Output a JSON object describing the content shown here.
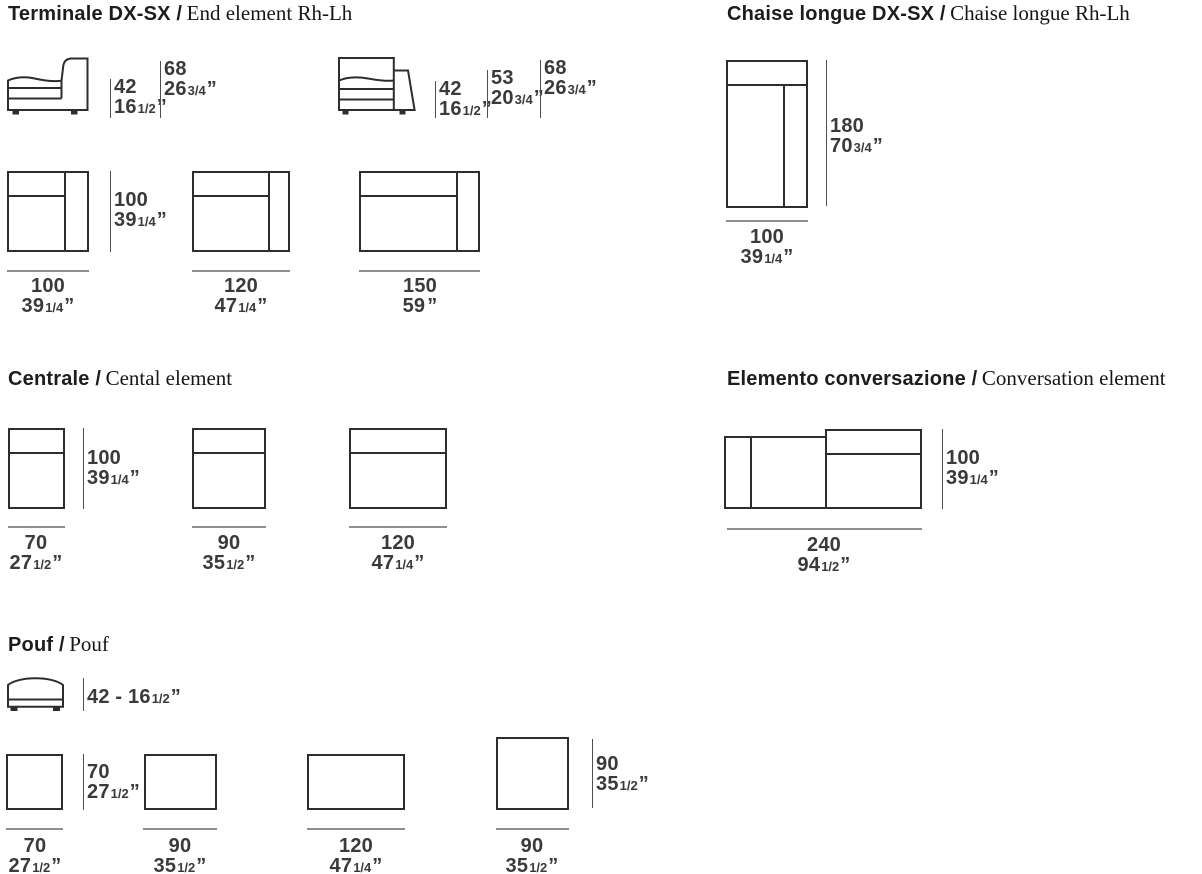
{
  "units": {
    "inch_mark": "”"
  },
  "colors": {
    "drawing_line": "#2d2d2d",
    "dimension_line": "#4f4f4f",
    "width_baseline": "#8f8f8f",
    "number_text": "#3a3a3a",
    "title_text": "#1d1d1d"
  },
  "sections": {
    "terminale": {
      "title_it": "Terminale DX-SX /",
      "title_en": "End element Rh-Lh",
      "elev1_dims": [
        {
          "cm": "42",
          "in": "16",
          "frac": "1/2"
        },
        {
          "cm": "68",
          "in": "26",
          "frac": "3/4"
        }
      ],
      "elev2_dims": [
        {
          "cm": "42",
          "in": "16",
          "frac": "1/2"
        },
        {
          "cm": "53",
          "in": "20",
          "frac": "3/4"
        },
        {
          "cm": "68",
          "in": "26",
          "frac": "3/4"
        }
      ],
      "plan_height": {
        "cm": "100",
        "in": "39",
        "frac": "1/4"
      },
      "plan_widths": [
        {
          "cm": "100",
          "in": "39",
          "frac": "1/4"
        },
        {
          "cm": "120",
          "in": "47",
          "frac": "1/4"
        },
        {
          "cm": "150",
          "in": "59",
          "frac": ""
        }
      ]
    },
    "chaise": {
      "title_it": "Chaise longue DX-SX /",
      "title_en": "Chaise longue Rh-Lh",
      "height": {
        "cm": "180",
        "in": "70",
        "frac": "3/4"
      },
      "width": {
        "cm": "100",
        "in": "39",
        "frac": "1/4"
      }
    },
    "centrale": {
      "title_it": "Centrale /",
      "title_en": "Cental element",
      "plan_height": {
        "cm": "100",
        "in": "39",
        "frac": "1/4"
      },
      "plan_widths": [
        {
          "cm": "70",
          "in": "27",
          "frac": "1/2"
        },
        {
          "cm": "90",
          "in": "35",
          "frac": "1/2"
        },
        {
          "cm": "120",
          "in": "47",
          "frac": "1/4"
        }
      ]
    },
    "conversazione": {
      "title_it": "Elemento conversazione /",
      "title_en": "Conversation element",
      "height": {
        "cm": "100",
        "in": "39",
        "frac": "1/4"
      },
      "width": {
        "cm": "240",
        "in": "94",
        "frac": "1/2"
      }
    },
    "pouf": {
      "title_it": "Pouf /",
      "title_en": "Pouf",
      "elev_height": {
        "cm": "42",
        "sep": " - ",
        "in": "16",
        "frac": "1/2"
      },
      "plan1_height": {
        "cm": "70",
        "in": "27",
        "frac": "1/2"
      },
      "plan4_height": {
        "cm": "90",
        "in": "35",
        "frac": "1/2"
      },
      "plan_widths": [
        {
          "cm": "70",
          "in": "27",
          "frac": "1/2"
        },
        {
          "cm": "90",
          "in": "35",
          "frac": "1/2"
        },
        {
          "cm": "120",
          "in": "47",
          "frac": "1/4"
        },
        {
          "cm": "90",
          "in": "35",
          "frac": "1/2"
        }
      ]
    }
  }
}
